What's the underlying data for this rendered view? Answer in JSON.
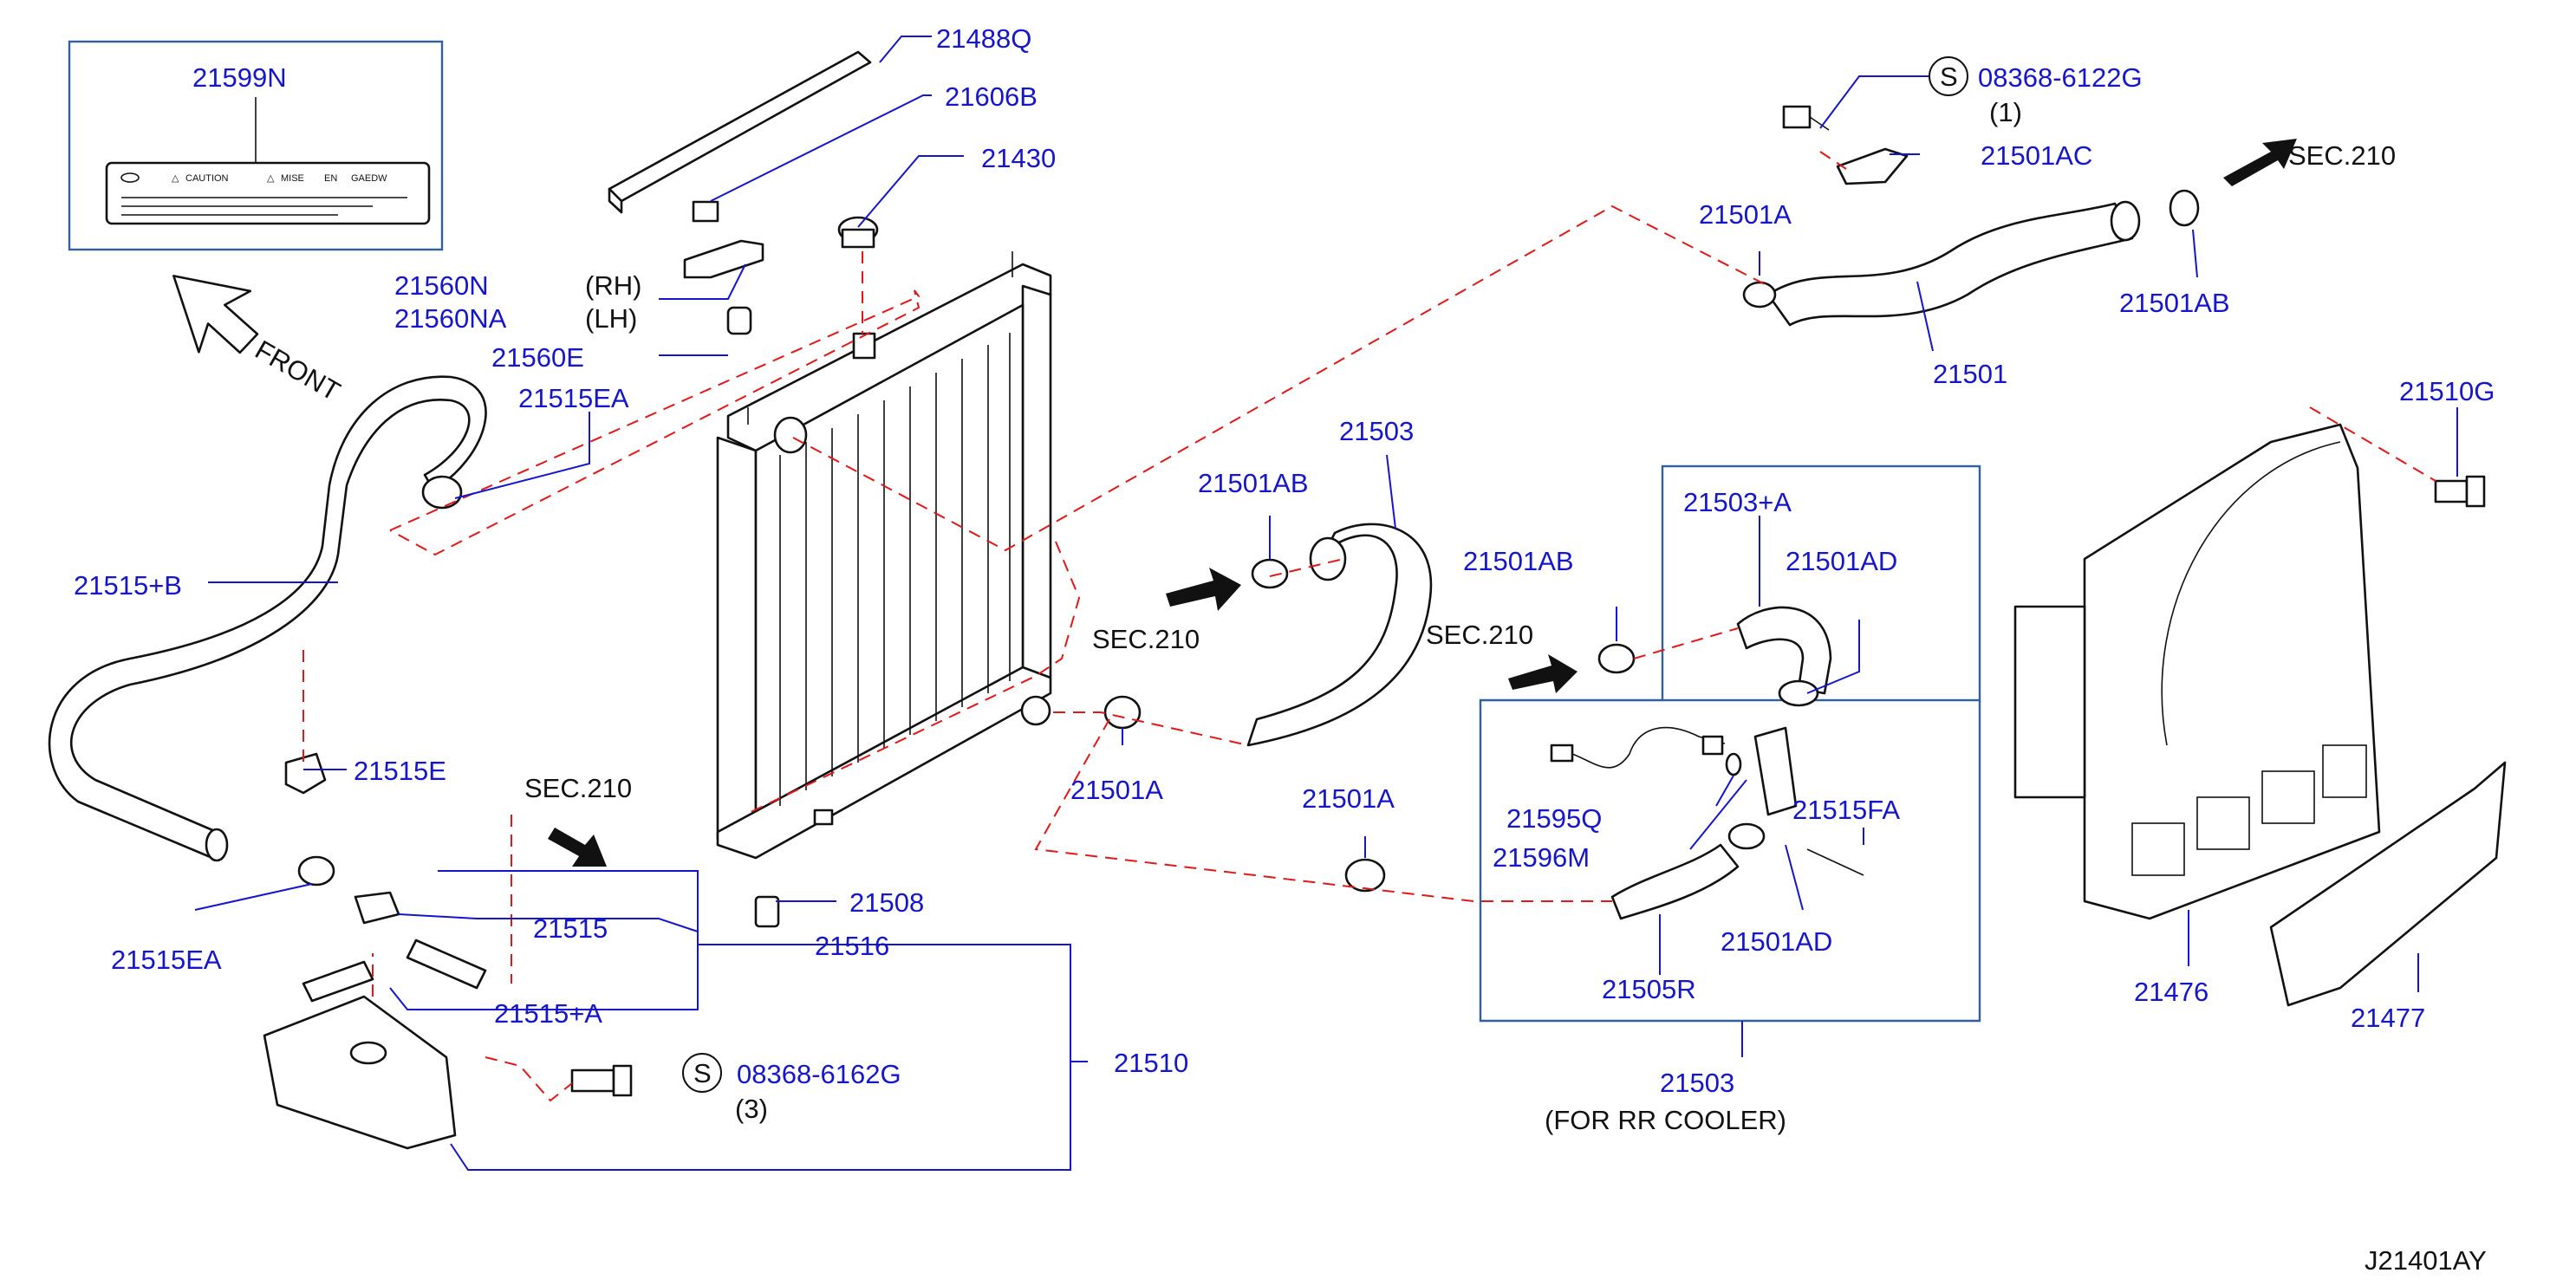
{
  "diagram_id": "J21401AY",
  "colors": {
    "part_number": "#1515cc",
    "leader": "#1515cc",
    "dashed_guide": "#e01818",
    "outline": "#111111"
  },
  "label_box": {
    "part_number": "21599N",
    "caution_text": "CAUTION",
    "mise_text": "MISE",
    "en_text": "EN",
    "gaedw_text": "GAEDW"
  },
  "front_arrow": {
    "label": "FRONT"
  },
  "parts": {
    "p21488Q": "21488Q",
    "p21606B": "21606B",
    "p21430": "21430",
    "p08368_6122G": "08368-6122G",
    "p08368_6122G_qty": "(1)",
    "p21501AC": "21501AC",
    "sec210_top": "SEC.210",
    "p21501A_top": "21501A",
    "p21501AB_top": "21501AB",
    "p21501": "21501",
    "p21560N": "21560N",
    "p21560N_side": "(RH)",
    "p21560NA": "21560NA",
    "p21560NA_side": "(LH)",
    "p21560E": "21560E",
    "p21515EA_top": "21515EA",
    "p21515B": "21515+B",
    "p21515E": "21515E",
    "sec210_left": "SEC.210",
    "p21515EA_bottom": "21515EA",
    "p21515": "21515",
    "p21516": "21516",
    "p21515A": "21515+A",
    "p21508": "21508",
    "p08368_6162G": "08368-6162G",
    "p08368_6162G_qty": "(3)",
    "p21510": "21510",
    "p21503": "21503",
    "p21501AB_mid": "21501AB",
    "sec210_mid": "SEC.210",
    "p21501A_mid": "21501A",
    "p21501A_low": "21501A",
    "p21503A": "21503+A",
    "p21501AB_rr": "21501AB",
    "p21501AD_top": "21501AD",
    "sec210_rr": "SEC.210",
    "p21595Q": "21595Q",
    "p21596M": "21596M",
    "p21515FA": "21515FA",
    "p21501AD_bottom": "21501AD",
    "p21505R": "21505R",
    "p21503_rr": "21503",
    "rr_cooler_note": "(FOR   RR   COOLER)",
    "p21510G": "21510G",
    "p21476": "21476",
    "p21477": "21477",
    "s_mark": "S"
  }
}
